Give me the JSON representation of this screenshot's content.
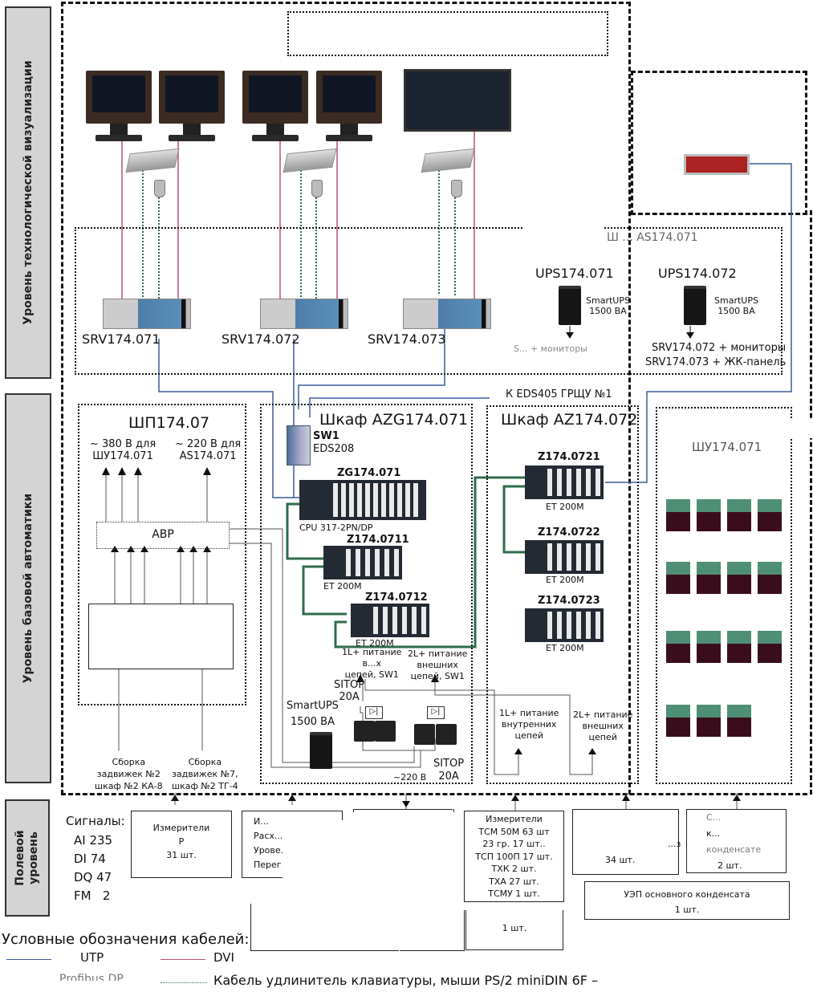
{
  "levels": [
    {
      "id": "visualization",
      "label": "Уровень технологической визуализации"
    },
    {
      "id": "basic-automation",
      "label": "Уровень базовой автоматики"
    },
    {
      "id": "field",
      "label": "Полевой\nуровень"
    }
  ],
  "servers": [
    {
      "name": "SRV174.071"
    },
    {
      "name": "SRV174.072"
    },
    {
      "name": "SRV174.073"
    }
  ],
  "ups_cabinet": {
    "title_fragment": "Ш ... AS174.071",
    "units": [
      {
        "name": "UPS174.071",
        "model": "SmartUPS",
        "rating": "1500 ВА",
        "feeds": "S... + мониторы"
      },
      {
        "name": "UPS174.072",
        "model": "SmartUPS",
        "rating": "1500 ВА",
        "feeds": "SRV174.072 + мониторы",
        "feeds2": "SRV174.073 + ЖК-панель"
      }
    ]
  },
  "uplink_label": "К EDS405 ГРЩУ №1",
  "shp": {
    "title": "ШП174.07",
    "out1": "~ 380 В для",
    "out1b": "ШУ174.071",
    "out2": "~ 220 В для",
    "out2b": "AS174.071",
    "abr": "АВР",
    "src1": [
      "Сборка",
      "задвижек №2",
      "шкаф №2 КА-8"
    ],
    "src2": [
      "Сборка",
      "задвижек №7,",
      "шкаф №2 ТГ-4"
    ]
  },
  "azg": {
    "title": "Шкаф AZG174.071",
    "switch_name": "SW1",
    "switch_model": "EDS208",
    "cpu_name": "ZG174.071",
    "cpu_model": "CPU 317-2PN/DP",
    "rack1_name": "Z174.0711",
    "rack1_model": "ET 200M",
    "rack2_name": "Z174.0712",
    "rack2_model": "ET 200M",
    "pwr1": [
      "1L+ питание",
      "в...х",
      "цепей, SW1"
    ],
    "pwr2": [
      "2L+ питание",
      "внешних",
      "цепей, SW1"
    ],
    "sitop1": [
      "SITOP",
      "20A"
    ],
    "sitop2": [
      "SITOP",
      "20A"
    ],
    "ups_model": "SmartUPS",
    "ups_rating": "1500 ВА",
    "mains": "~220 В"
  },
  "az": {
    "title": "Шкаф AZ174.072",
    "racks": [
      {
        "name": "Z174.0721",
        "model": "ET 200M"
      },
      {
        "name": "Z174.0722",
        "model": "ET 200M"
      },
      {
        "name": "Z174.0723",
        "model": "ET 200M"
      }
    ],
    "pwr1": [
      "1L+ питание",
      "внутренних",
      "цепей"
    ],
    "pwr2": [
      "2L+ питание",
      "внешних",
      "цепей"
    ]
  },
  "shu": {
    "title_fragment": "Ш...",
    "subtitle_fragment": "ШУ174.071",
    "relay_count": 15
  },
  "field": {
    "signals_title": "Сигналы:",
    "signals": [
      "AI 235",
      "DI 74",
      "DQ 47",
      "FM   2"
    ],
    "boxes": [
      {
        "lines": [
          "Измерители",
          "P",
          "31 шт."
        ]
      },
      {
        "lines": [
          "И...",
          "Расх...",
          "Урове...",
          "Перег..."
        ]
      },
      {
        "lines": [
          "Измерители",
          "ТСМ 50М 63 шт",
          "23 гр. 17 шт..",
          "ТСП 100П 17 шт.",
          "ТХК 2 шт.",
          "ТХА 27 шт.",
          "ТСМУ 1 шт."
        ]
      },
      {
        "lines": [
          "...з",
          "34 шт."
        ]
      },
      {
        "lines": [
          "С...",
          "к...",
          "конденсате",
          "2 шт."
        ]
      },
      {
        "lines": [
          "УЭП основного конденсата",
          "1 шт."
        ]
      },
      {
        "lines": [
          "1 шт."
        ]
      }
    ]
  },
  "legend": {
    "title": "Условные обозначения кабелей:",
    "items": [
      {
        "label": "UTP",
        "color": "#3b5b9a",
        "style": "solid"
      },
      {
        "label": "DVI",
        "color": "#c0506a",
        "style": "solid"
      },
      {
        "label": "Profibus DP",
        "color": "#2f6b4b",
        "style": "solid"
      },
      {
        "label": "Кабель удлинитель клавиатуры, мыши PS/2 miniDIN 6F –",
        "color": "#2f6b4b",
        "style": "dotted"
      }
    ]
  },
  "colors": {
    "utp": "#3b5b9a",
    "dvi": "#c0506a",
    "profibus": "#2f6b4b",
    "ps2": "#2f6b4b"
  }
}
